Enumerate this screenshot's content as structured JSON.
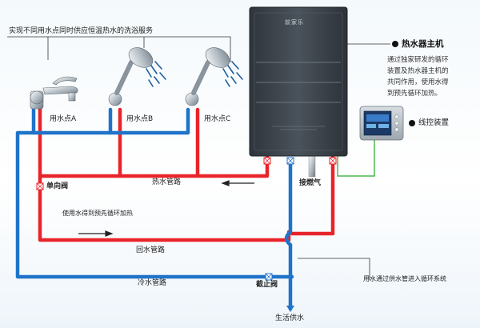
{
  "header_text": "实现不同用水点同时供应恒温热水的洗浴服务",
  "water_points": [
    "用水点A",
    "用水点B",
    "用水点C"
  ],
  "heater": {
    "title": "热水器主机",
    "description_lines": [
      "通过独家研发的循环",
      "装置及热水器主机的",
      "共同作用，使用水得",
      "到预先循环加热。"
    ],
    "brand_text": "前家乐"
  },
  "controller": {
    "title": "线控装置"
  },
  "pipes": {
    "hot": "热水管路",
    "return": "回水管路",
    "cold": "冷水管路"
  },
  "labels": {
    "check_valve": "单向阀",
    "preheat_note": "使用水得到预先循环加热",
    "gas": "接燃气",
    "stop_valve": "截止阀",
    "supply": "生活供水",
    "supply_note": "用水通过供水管进入循环系统"
  },
  "colors": {
    "hot_pipe": "#e8242b",
    "cold_pipe": "#1f73c8",
    "gas_pipe": "#4cb848",
    "heater_body": "#3d444c"
  }
}
